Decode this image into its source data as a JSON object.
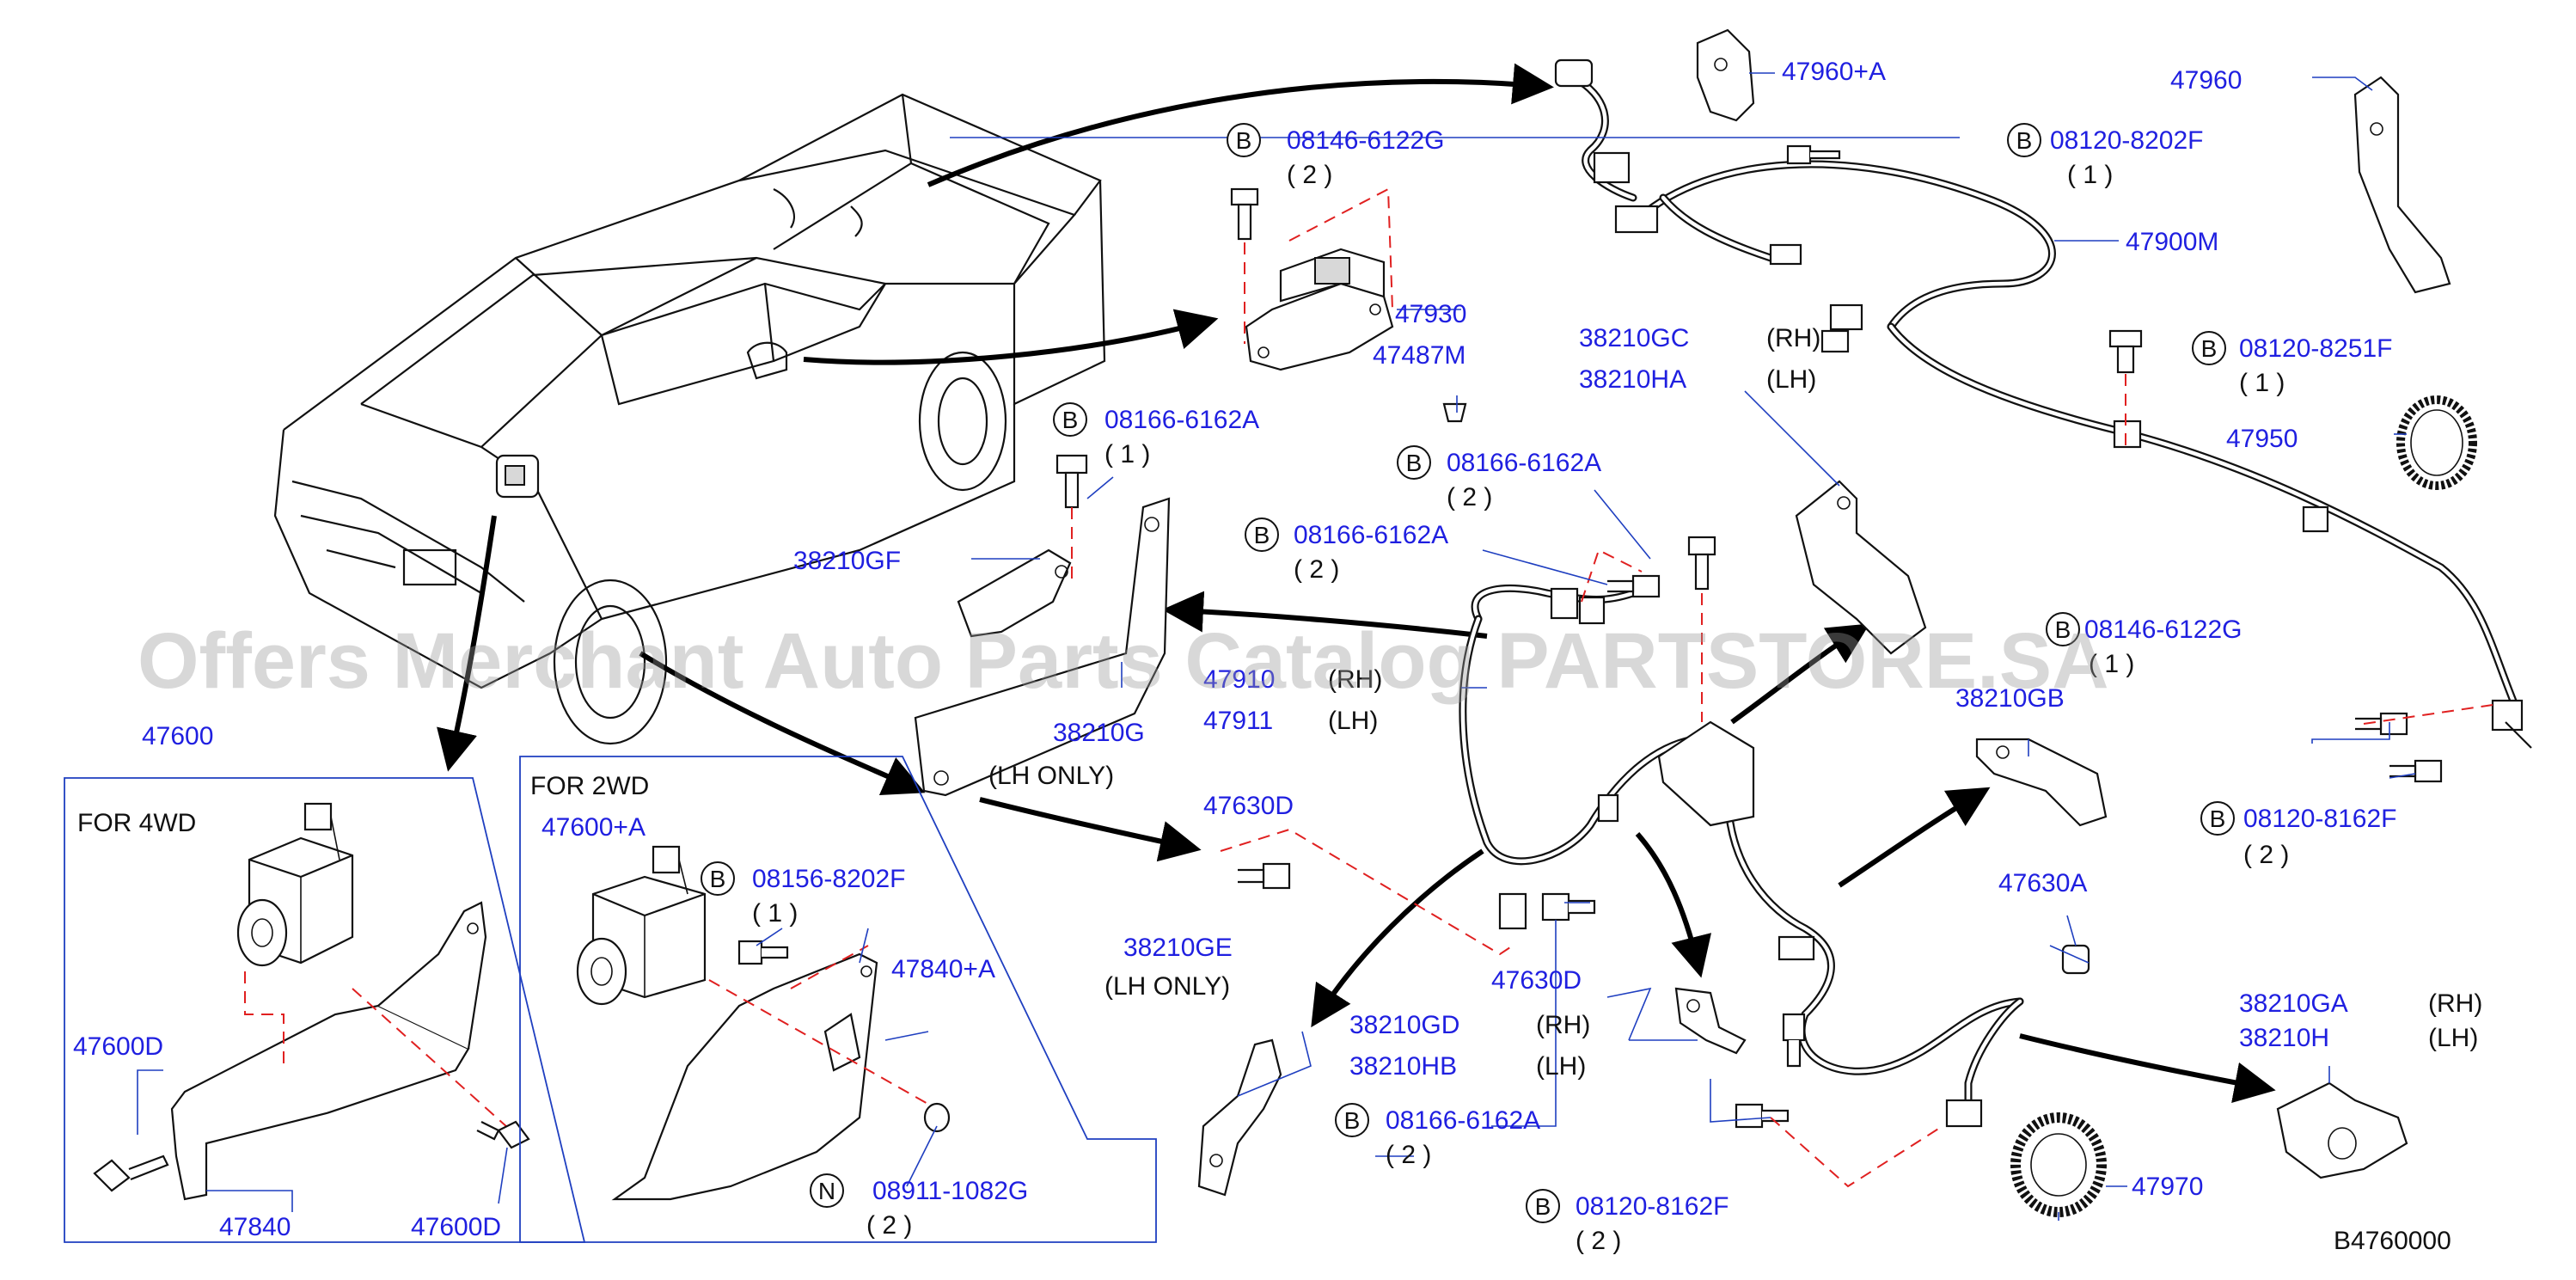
{
  "watermark": "Offers Merchant Auto Parts Catalog PARTSTORE.SA",
  "diagram_code": "B4760000",
  "colors": {
    "part_number": "#1f1fe0",
    "text": "#111111",
    "dashed_guide": "#e02020",
    "leader": "#1f3fc0"
  },
  "labels": {
    "p47960a": "47960+A",
    "p47960": "47960",
    "p08120_8202F": "08120-8202F",
    "q08120_8202F": "( 1 )",
    "p47900M": "47900M",
    "p08146_6122G": "08146-6122G",
    "q08146_6122G": "( 2 )",
    "p47930": "47930",
    "p47487M": "47487M",
    "p38210GC": "38210GC",
    "rh1": "(RH)",
    "p38210HA": "38210HA",
    "lh1": "(LH)",
    "p08120_8251F": "08120-8251F",
    "q08120_8251F": "( 1 )",
    "p47950": "47950",
    "p08166_6162A_1": "08166-6162A",
    "q08166_6162A_1": "( 1 )",
    "p08166_6162A_2": "08166-6162A",
    "q08166_6162A_2": "( 2 )",
    "p08166_6162A_3": "08166-6162A",
    "q08166_6162A_3": "( 2 )",
    "p38210GF": "38210GF",
    "p47910": "47910",
    "rh2": "(RH)",
    "p47911": "47911",
    "lh2": "(LH)",
    "p38210G": "38210G",
    "lh_only1": "(LH   ONLY)",
    "p08146_6122G_b": "08146-6122G",
    "q08146_6122G_b": "( 1 )",
    "p38210GB": "38210GB",
    "p08120_8162F_1": "08120-8162F",
    "q08120_8162F_1": "( 2 )",
    "p47600": "47600",
    "for4wd": "FOR   4WD",
    "for2wd": "FOR   2WD",
    "p47600a": "47600+A",
    "p08156_8202F": "08156-8202F",
    "q08156_8202F": "( 1 )",
    "p47840a": "47840+A",
    "p47630D_1": "47630D",
    "p47630A": "47630A",
    "p38210GE": "38210GE",
    "lh_only2": "(LH   ONLY)",
    "p38210GD": "38210GD",
    "rh3": "(RH)",
    "p38210HB": "38210HB",
    "lh3": "(LH)",
    "p47630D_2": "47630D",
    "p38210GA": "38210GA",
    "rh4": "(RH)",
    "p38210H": "38210H",
    "lh4": "(LH)",
    "p47600D_1": "47600D",
    "p47840": "47840",
    "p47600D_2": "47600D",
    "p08911_1082G": "08911-1082G",
    "q08911_1082G": "( 2 )",
    "p08166_6162A_4": "08166-6162A",
    "q08166_6162A_4": "( 2 )",
    "p08120_8162F_2": "08120-8162F",
    "q08120_8162F_2": "( 2 )",
    "p47970": "47970",
    "sym_b": "B",
    "sym_n": "N"
  }
}
